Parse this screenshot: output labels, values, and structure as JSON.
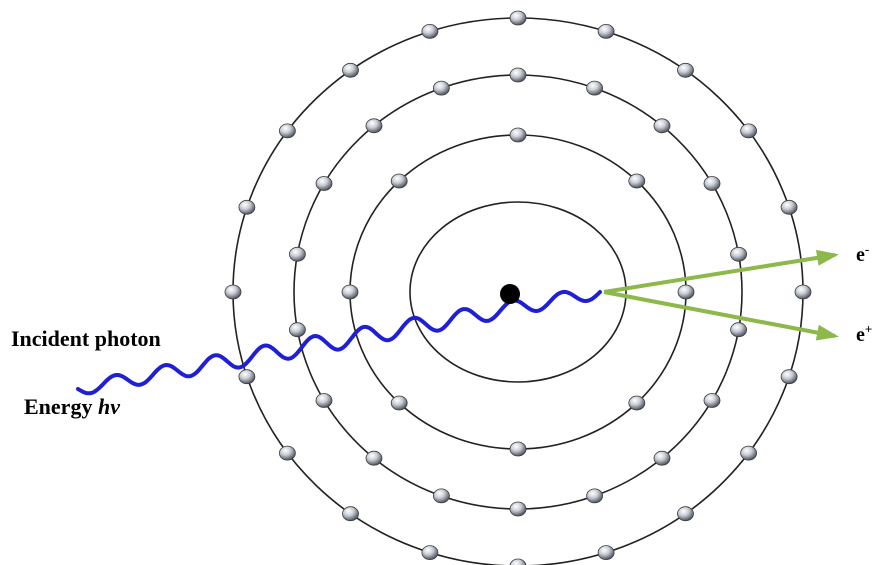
{
  "labels": {
    "incident_photon": "Incident photon",
    "energy_prefix": "Energy ",
    "energy_symbol": "hν",
    "electron": "e",
    "electron_charge": "-",
    "positron": "e",
    "positron_charge": "+"
  },
  "colors": {
    "photon": "#1f1fd6",
    "arrows": "#8db84a",
    "shells": "#222222",
    "nucleus": "#000000"
  },
  "shells": [
    {
      "electron_count": 0
    },
    {
      "electron_count": 8
    },
    {
      "electron_count": 18
    },
    {
      "electron_count": 20
    }
  ]
}
